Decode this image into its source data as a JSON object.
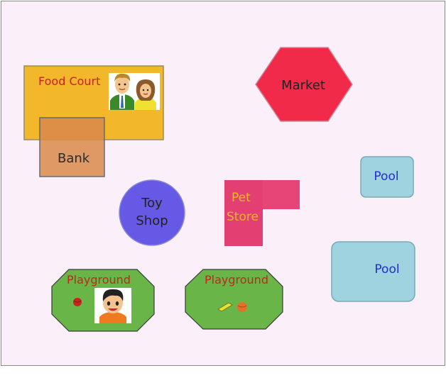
{
  "map": {
    "food_court": {
      "label": "Food Court",
      "fill": "#f2b72a",
      "text_color": "#c7231f"
    },
    "bank": {
      "label": "Bank",
      "fill": "#d9894a",
      "text_color": "#2b2b2b"
    },
    "market": {
      "label": "Market",
      "fill": "#f22a4a",
      "text_color": "#222222"
    },
    "pool_small": {
      "label": "Pool",
      "fill": "#9fd3df",
      "text_color": "#2230cc"
    },
    "pool_large": {
      "label": "Pool",
      "fill": "#9fd3df",
      "text_color": "#2230cc"
    },
    "toy_shop": {
      "label_line1": "Toy",
      "label_line2": "Shop",
      "fill": "#6659e6",
      "text_color": "#222222"
    },
    "pet_store": {
      "label_line1": "Pet",
      "label_line2": "Store",
      "fill": "#e64577",
      "text_color": "#f2b72a"
    },
    "playground_left": {
      "label": "Playground",
      "fill": "#6ab548",
      "text_color": "#c7231f"
    },
    "playground_right": {
      "label": "Playground",
      "fill": "#6ab548",
      "text_color": "#c7231f"
    }
  }
}
